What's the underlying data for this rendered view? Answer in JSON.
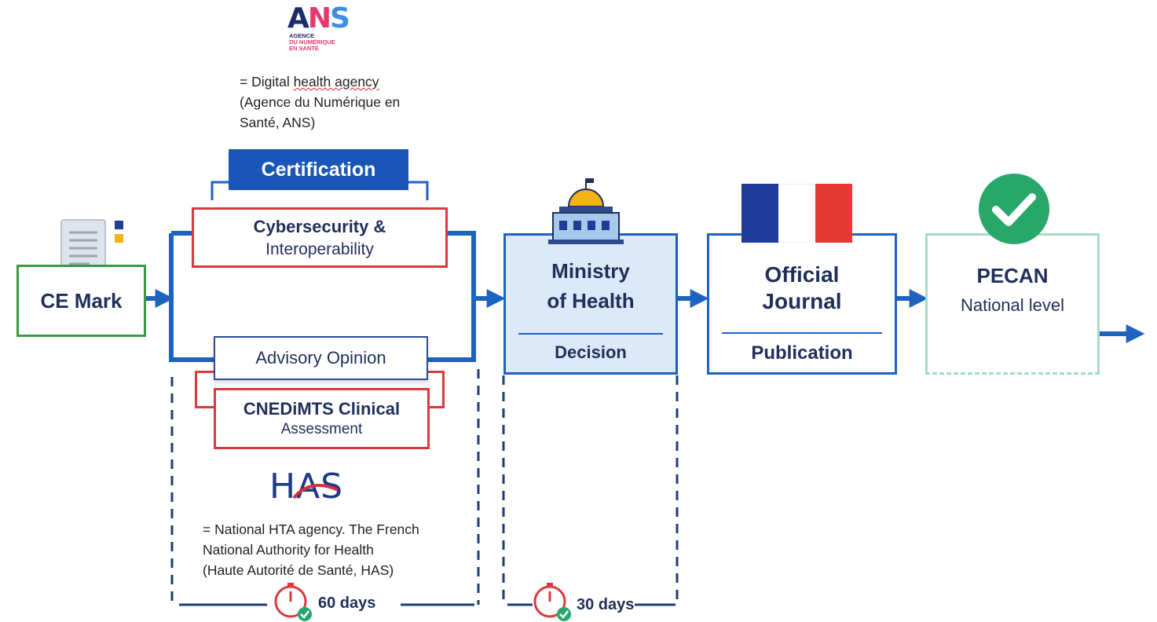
{
  "ans_logo": {
    "mark": "ANS",
    "line1": "AGENCE",
    "line2": "DU NUMÉRIQUE",
    "line3": "EN SANTÉ"
  },
  "ans_note": {
    "line1_prefix": "= Digital ",
    "line1_underlined": "health agency",
    "line2": "(Agence du Numérique en",
    "line3": "Santé, ANS)"
  },
  "ce_mark": {
    "label": "CE Mark"
  },
  "certification": {
    "title": "Certification",
    "box_line1": "Cybersecurity &",
    "box_line2": "Interoperability"
  },
  "advisory": {
    "title": "Advisory Opinion",
    "box_line1": "CNEDiMTS Clinical",
    "box_line2": "Assessment"
  },
  "has_logo": {
    "text": "HAS"
  },
  "has_note": {
    "line1": "= National HTA agency. The French",
    "line2": "National Authority for Health",
    "line3": "(Haute Autorité de Santé, HAS)"
  },
  "timer_1": {
    "label": "60 days"
  },
  "timer_2": {
    "label": "30 days"
  },
  "ministry": {
    "line1": "Ministry",
    "line2": "of Health",
    "sub": "Decision"
  },
  "journal": {
    "line1": "Official",
    "line2": "Journal",
    "sub": "Publication"
  },
  "pecan": {
    "line1": "PECAN",
    "line2": "National level"
  },
  "colors": {
    "green": "#3b9a48",
    "red": "#d93a3f",
    "blue": "#1e62c0",
    "navy": "#1f2f59",
    "check_green": "#27a86a",
    "flag_blue": "#1f3c9a",
    "flag_red": "#e53935"
  }
}
